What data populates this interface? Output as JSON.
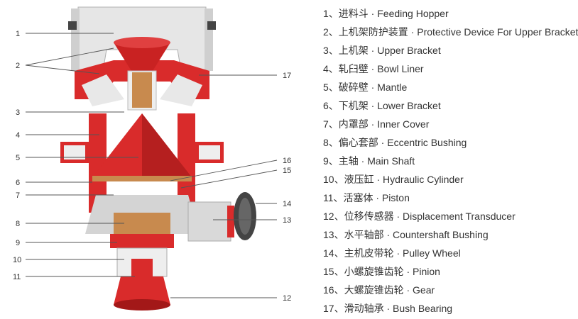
{
  "legend": [
    "1、进料斗 · Feeding Hopper",
    "2、上机架防护装置 · Protective Device For Upper Bracket",
    "3、上机架 · Upper Bracket",
    "4、轧臼壁 · Bowl Liner",
    "5、破碎壁 · Mantle",
    "6、下机架 · Lower Bracket",
    "7、内罩部 · Inner Cover",
    "8、偏心套部 · Eccentric Bushing",
    "9、主轴 · Main Shaft",
    "10、液压缸 · Hydraulic Cylinder",
    "11、活塞体 · Piston",
    "12、位移传感器 · Displacement Transducer",
    "13、水平轴部 · Countershaft Bushing",
    "14、主机皮带轮 · Pulley Wheel",
    "15、小螺旋锥齿轮 · Pinion",
    "16、大螺旋锥齿轮 · Gear",
    "17、滑动轴承 · Bush Bearing"
  ],
  "callouts": [
    "1",
    "2",
    "3",
    "4",
    "5",
    "6",
    "7",
    "8",
    "9",
    "10",
    "11",
    "12",
    "13",
    "14",
    "15",
    "16",
    "17"
  ],
  "colors": {
    "machine_red": "#d92b2b",
    "dark_red": "#a31818",
    "grey": "#d9d9d9",
    "bronze": "#c88a4e",
    "text": "#333333"
  }
}
